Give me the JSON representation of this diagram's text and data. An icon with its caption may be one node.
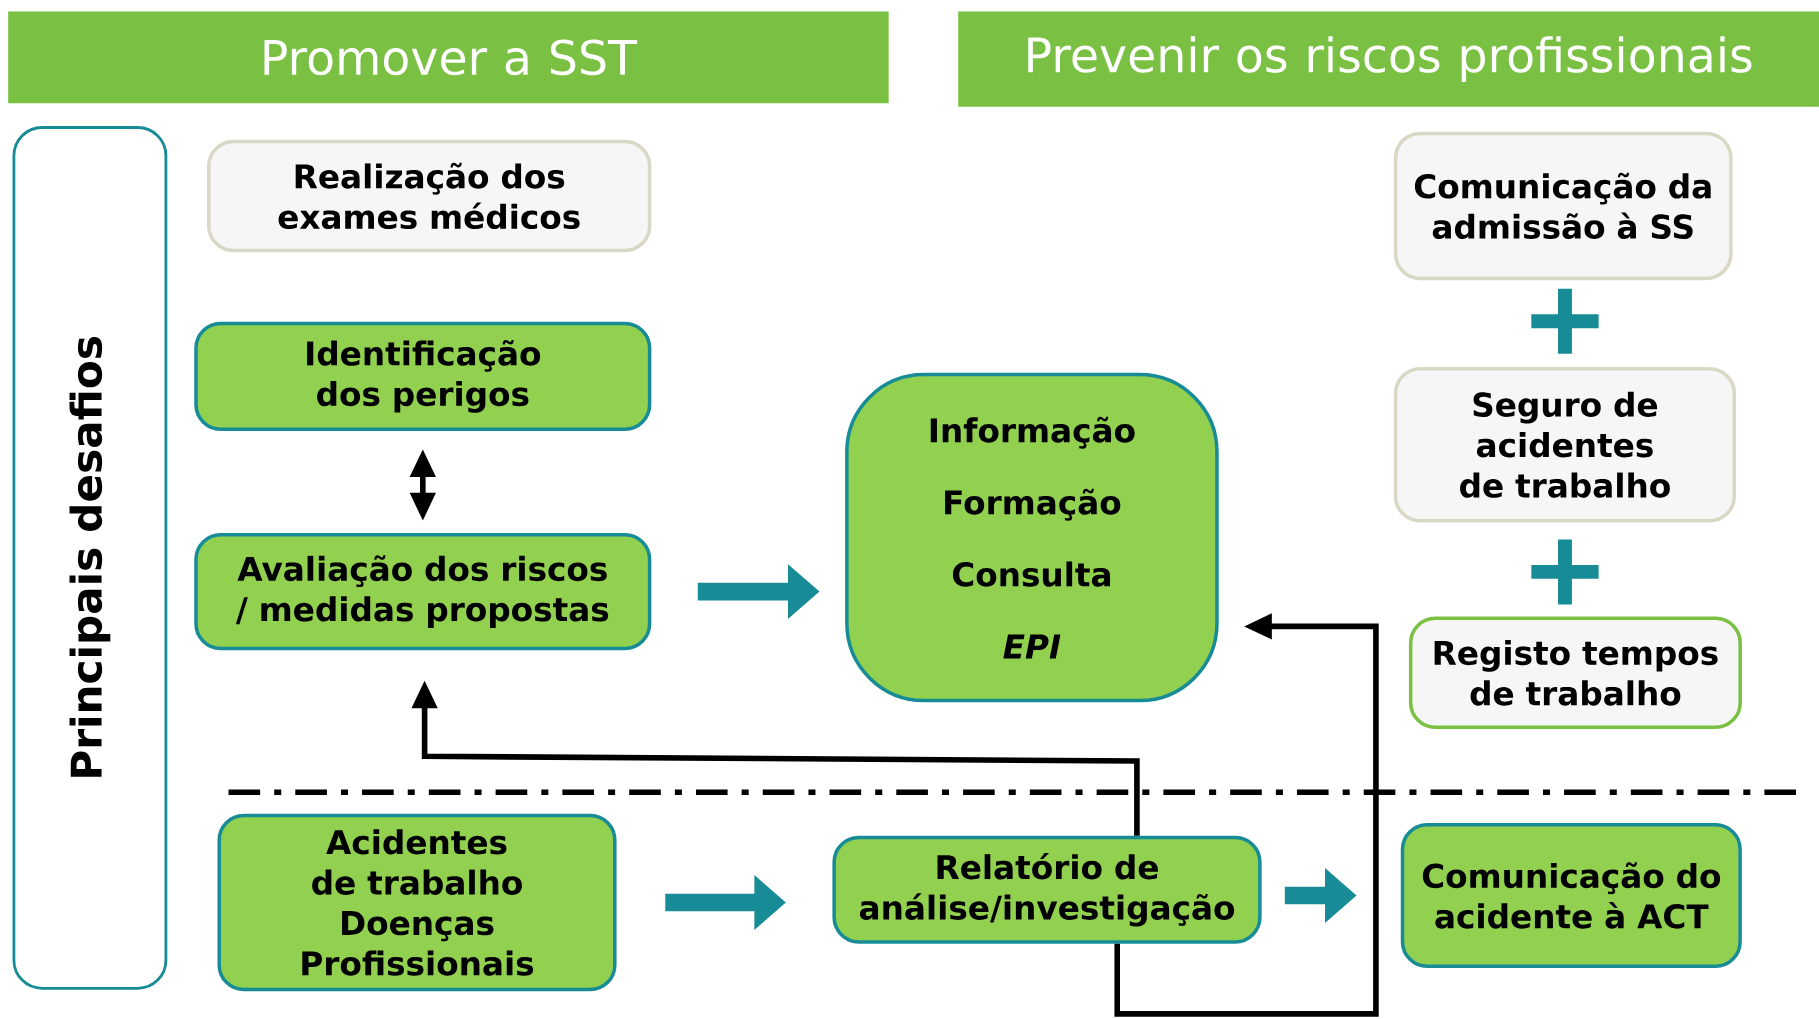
{
  "diagram": {
    "nodes": [
      {
        "text": [
          "Promover a SST"
        ]
      },
      {
        "text": [
          "Prevenir os riscos profissionais"
        ]
      },
      {
        "text": [
          "Principais desafios"
        ]
      },
      {
        "text": [
          "Realização dos exames médicos"
        ]
      },
      {
        "text": [
          "Identificação dos perigos"
        ]
      },
      {
        "text": [
          "Avaliação dos riscos / medidas propostas"
        ]
      },
      {
        "text": [
          "Informação",
          "Formação",
          "Consulta",
          "EPI"
        ]
      },
      {
        "text": [
          "Comunicação da admissão à SS"
        ]
      },
      {
        "text": [
          "Seguro de acidentes de trabalho"
        ]
      },
      {
        "text": [
          "Registo tempos de trabalho"
        ]
      },
      {
        "text": [
          "Acidentes de trabalho",
          "Doenças Profissionais"
        ]
      },
      {
        "text": [
          "Relatório de análise/investigação"
        ]
      },
      {
        "text": [
          "Comunicação do acidente à ACT"
        ]
      }
    ],
    "edges": [
      {
        "from": 4,
        "to": 5,
        "arrow": "both"
      },
      {
        "from": 5,
        "to": 6,
        "arrow": "to",
        "style": "thick",
        "color": "#178c96"
      },
      {
        "from": 10,
        "to": 11,
        "arrow": "to",
        "style": "thick",
        "color": "#178c96"
      },
      {
        "from": 11,
        "to": 12,
        "arrow": "to",
        "style": "thick",
        "color": "#178c96"
      },
      {
        "from": 11,
        "to": 5,
        "arrow": "to"
      },
      {
        "from": 11,
        "to": 6,
        "arrow": "to"
      }
    ]
  }
}
